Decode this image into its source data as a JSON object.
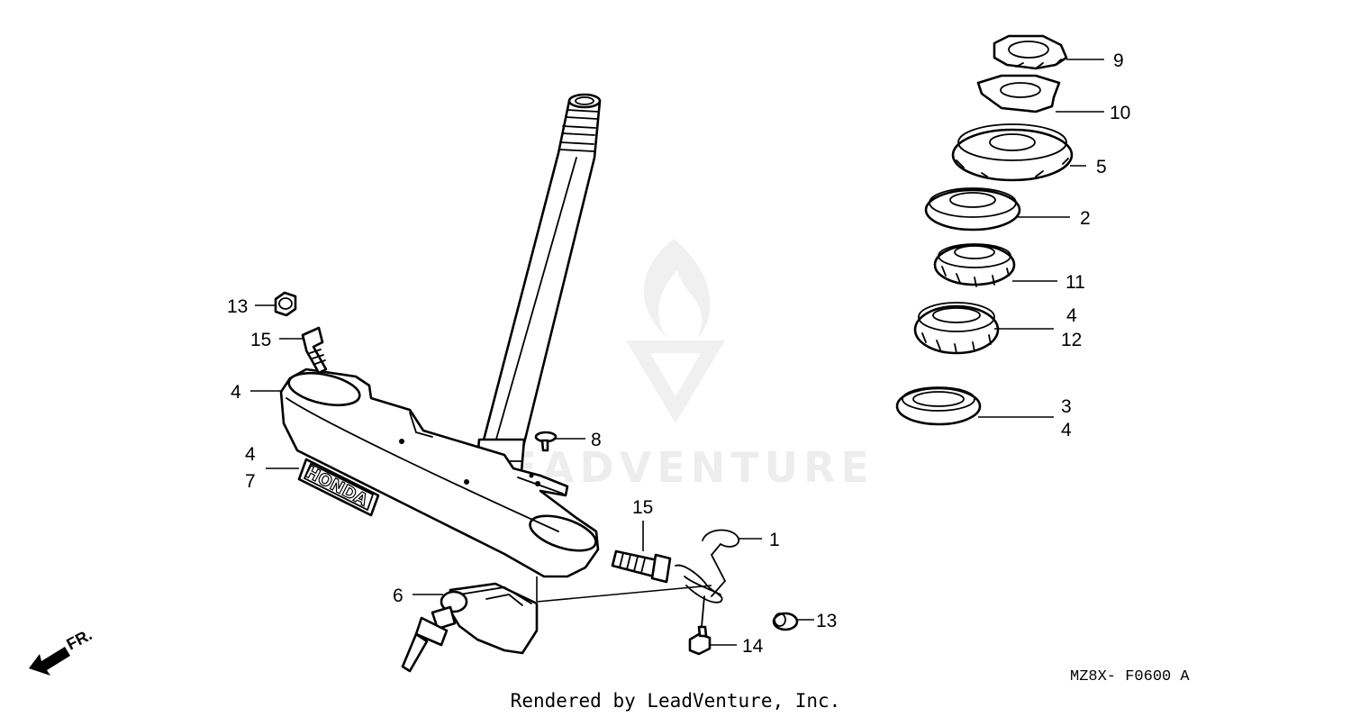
{
  "diagram": {
    "diagram_code": "MZ8X- F0600 A",
    "credit": "Rendered by LeadVenture, Inc.",
    "watermark": "LEADVENTURE",
    "emblem_text": "HONDA",
    "direction_label": "FR.",
    "callouts": [
      {
        "id": "9",
        "lines": [
          "9"
        ]
      },
      {
        "id": "10",
        "lines": [
          "10"
        ]
      },
      {
        "id": "5",
        "lines": [
          "5"
        ]
      },
      {
        "id": "2",
        "lines": [
          "2"
        ]
      },
      {
        "id": "11",
        "lines": [
          "11"
        ]
      },
      {
        "id": "4-12",
        "lines": [
          "4",
          "12"
        ]
      },
      {
        "id": "3-4",
        "lines": [
          "3",
          "4"
        ]
      },
      {
        "id": "13-top",
        "lines": [
          "13"
        ]
      },
      {
        "id": "15-top",
        "lines": [
          "15"
        ]
      },
      {
        "id": "4-bridge",
        "lines": [
          "4"
        ]
      },
      {
        "id": "4-7",
        "lines": [
          "4",
          "7"
        ]
      },
      {
        "id": "8",
        "lines": [
          "8"
        ]
      },
      {
        "id": "15-bottom",
        "lines": [
          "15"
        ]
      },
      {
        "id": "1",
        "lines": [
          "1"
        ]
      },
      {
        "id": "6",
        "lines": [
          "6"
        ]
      },
      {
        "id": "13-bottom",
        "lines": [
          "13"
        ]
      },
      {
        "id": "14",
        "lines": [
          "14"
        ]
      }
    ]
  }
}
